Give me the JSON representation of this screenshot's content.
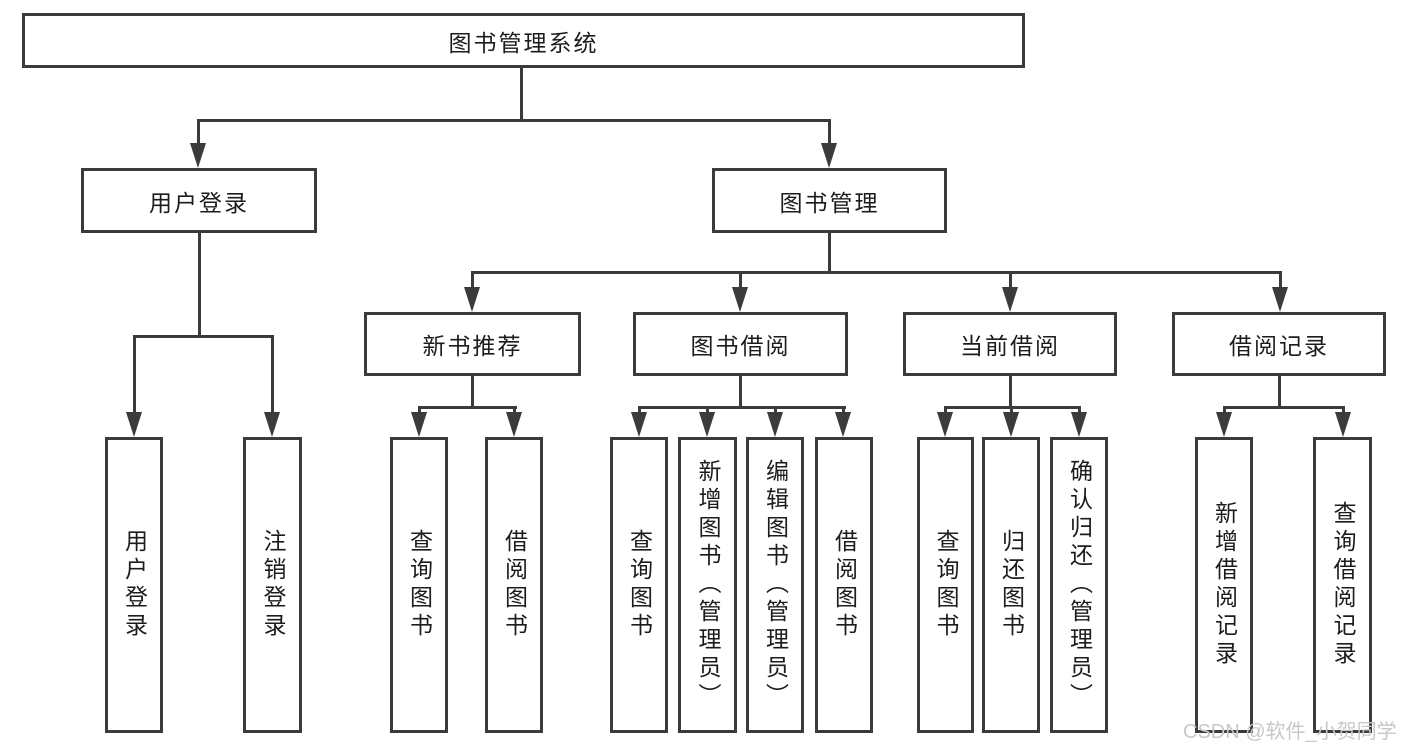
{
  "watermark": "CSDN @软件_小贺同学",
  "colors": {
    "line": "#3b3b3b",
    "text": "#1c1c1c",
    "background": "#ffffff",
    "watermark": "#c8c8c8"
  },
  "chart_type": "hierarchy-diagram",
  "tree": {
    "label": "图书管理系统",
    "children": [
      {
        "label": "用户登录",
        "children": [
          {
            "label": "用户登录"
          },
          {
            "label": "注销登录"
          }
        ]
      },
      {
        "label": "图书管理",
        "children": [
          {
            "label": "新书推荐",
            "children": [
              {
                "label": "查询图书"
              },
              {
                "label": "借阅图书"
              }
            ]
          },
          {
            "label": "图书借阅",
            "children": [
              {
                "label": "查询图书"
              },
              {
                "label": "新增图书（管理员）"
              },
              {
                "label": "编辑图书（管理员）"
              },
              {
                "label": "借阅图书"
              }
            ]
          },
          {
            "label": "当前借阅",
            "children": [
              {
                "label": "查询图书"
              },
              {
                "label": "归还图书"
              },
              {
                "label": "确认归还（管理员）"
              }
            ]
          },
          {
            "label": "借阅记录",
            "children": [
              {
                "label": "新增借阅记录"
              },
              {
                "label": "查询借阅记录"
              }
            ]
          }
        ]
      }
    ]
  }
}
